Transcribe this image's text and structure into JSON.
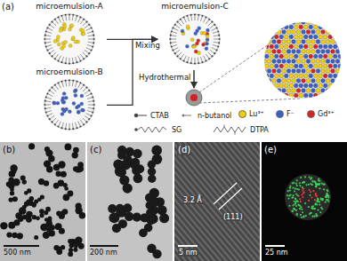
{
  "diagram": {
    "nodes": [
      {
        "text": [
          "microemulsion-A"
        ]
      },
      {
        "text": [
          "microemulsion-B"
        ]
      },
      {
        "text": [
          "microemulsion-C"
        ]
      }
    ],
    "edges": [
      {
        "from": 0,
        "to": 2,
        "arrow": "to",
        "label": "Mixing"
      },
      {
        "from": 1,
        "to": 2,
        "arrow": "to"
      }
    ],
    "labels": [
      "(a)",
      "Hydrothermal",
      "(b)",
      "500 nm",
      "(c)",
      "200 nm",
      "(d)",
      "3.2 Å",
      "(111)",
      "5 nm",
      "(e)",
      "25 nm"
    ],
    "legend": [
      {
        "text": "CTAB"
      },
      {
        "text": "n-butanol"
      },
      {
        "text": "Lu³⁺",
        "color": "#f5d000"
      },
      {
        "text": "F⁻",
        "color": "#3a5fcd"
      },
      {
        "text": "Gd³⁺",
        "color": "#e02020"
      },
      {
        "text": "SG"
      },
      {
        "text": "DTPA"
      }
    ]
  }
}
